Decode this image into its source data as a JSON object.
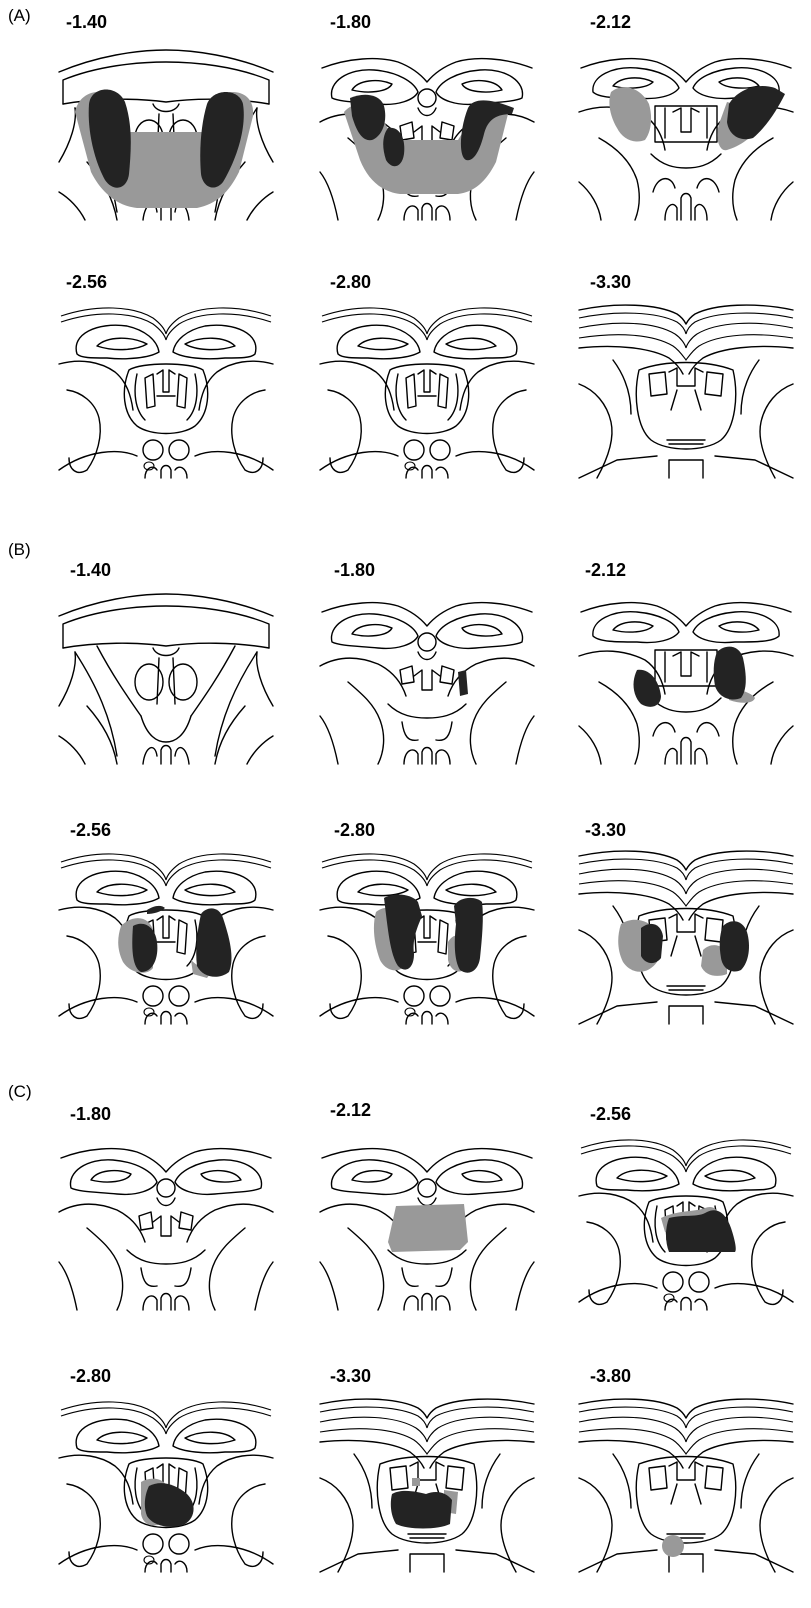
{
  "colors": {
    "lesion_dark": "#232323",
    "lesion_gray": "#999999",
    "line": "#000000",
    "background": "#ffffff"
  },
  "panels": [
    {
      "letter": "(A)",
      "rows": [
        {
          "sections": [
            {
              "coord": "-1.40",
              "kind": "ant"
            },
            {
              "coord": "-1.80",
              "kind": "mid"
            },
            {
              "coord": "-2.12",
              "kind": "mid2"
            }
          ]
        },
        {
          "sections": [
            {
              "coord": "-2.56",
              "kind": "post"
            },
            {
              "coord": "-2.80",
              "kind": "post"
            },
            {
              "coord": "-3.30",
              "kind": "caud"
            }
          ]
        }
      ]
    },
    {
      "letter": "(B)",
      "rows": [
        {
          "sections": [
            {
              "coord": "-1.40",
              "kind": "ant"
            },
            {
              "coord": "-1.80",
              "kind": "mid"
            },
            {
              "coord": "-2.12",
              "kind": "mid2"
            }
          ]
        },
        {
          "sections": [
            {
              "coord": "-2.56",
              "kind": "post"
            },
            {
              "coord": "-2.80",
              "kind": "post"
            },
            {
              "coord": "-3.30",
              "kind": "caud"
            }
          ]
        }
      ]
    },
    {
      "letter": "(C)",
      "rows": [
        {
          "sections": [
            {
              "coord": "-1.80",
              "kind": "mid"
            },
            {
              "coord": "-2.12",
              "kind": "mid"
            },
            {
              "coord": "-2.56",
              "kind": "post"
            }
          ]
        },
        {
          "sections": [
            {
              "coord": "-2.80",
              "kind": "post"
            },
            {
              "coord": "-3.30",
              "kind": "caud"
            },
            {
              "coord": "-3.80",
              "kind": "caud"
            }
          ]
        }
      ]
    }
  ]
}
